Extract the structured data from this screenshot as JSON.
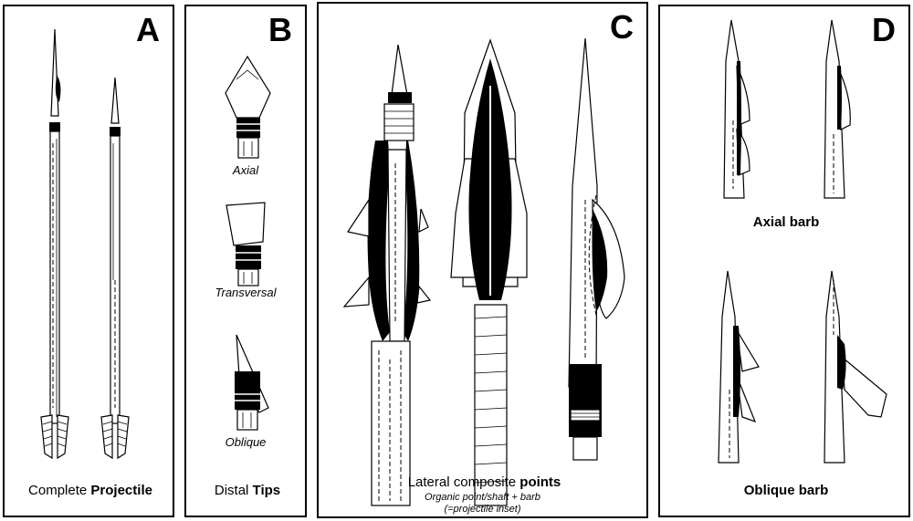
{
  "panels": {
    "a": {
      "label": "A",
      "caption_plain": "Complete ",
      "caption_bold": "Projectile"
    },
    "b": {
      "label": "B",
      "caption_plain": "Distal ",
      "caption_bold": "Tips",
      "tips": [
        "Axial",
        "Transversal",
        "Oblique"
      ]
    },
    "c": {
      "label": "C",
      "caption_plain": "Lateral composite ",
      "caption_bold": "points",
      "subcaption_1": "Organic point/shaft + barb",
      "subcaption_2": "(=projectile inset)"
    },
    "d": {
      "label": "D",
      "axial_label": "Axial barb",
      "oblique_label": "Oblique barb"
    }
  },
  "colors": {
    "ink": "#000000",
    "paper": "#ffffff"
  }
}
